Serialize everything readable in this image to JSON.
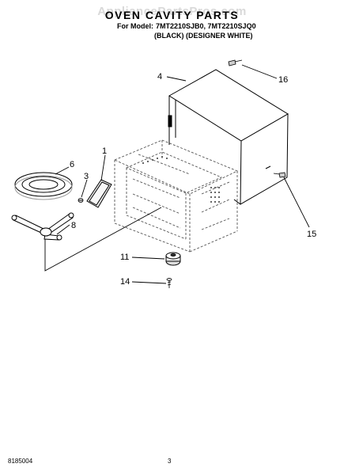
{
  "watermark": "AppliancePartsPros.com",
  "header": {
    "title": "OVEN CAVITY PARTS",
    "model_label": "For Model:",
    "models": "7MT2210SJB0, 7MT2210SJQ0",
    "colors": "(BLACK)  (DESIGNER WHITE)"
  },
  "callouts": {
    "c1": "1",
    "c3": "3",
    "c4": "4",
    "c6": "6",
    "c8": "8",
    "c11": "11",
    "c14": "14",
    "c15": "15",
    "c16": "16"
  },
  "footer": {
    "doc_number": "8185004",
    "page_number": "3"
  }
}
